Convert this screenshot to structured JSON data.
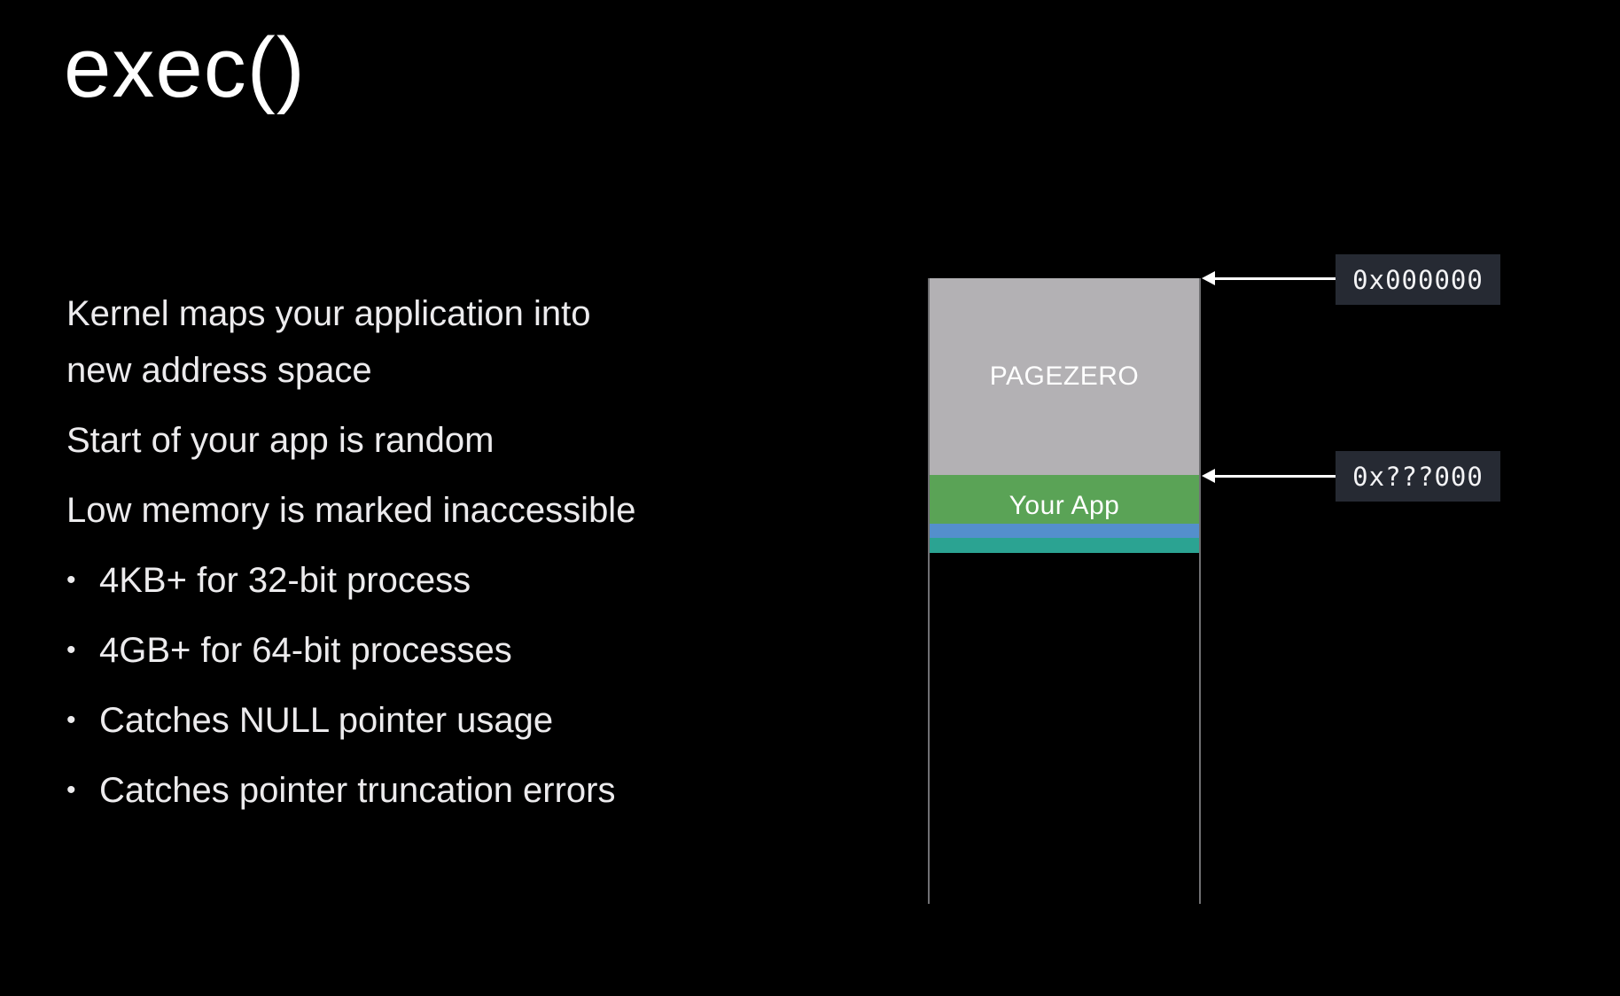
{
  "slide": {
    "title": "exec()",
    "background_color": "#000000",
    "text_color": "#ecebed"
  },
  "content": {
    "bullet_glyph": "•",
    "paragraphs": [
      "Kernel maps your application into new address space",
      "Start of your app is random",
      "Low memory is marked inaccessible"
    ],
    "bullets": [
      "4KB+ for 32-bit process",
      "4GB+ for 64-bit processes",
      "Catches NULL pointer usage",
      "Catches pointer truncation errors"
    ]
  },
  "diagram": {
    "column_border_color": "#707073",
    "segments": [
      {
        "label": "PAGEZERO",
        "color": "#b3b1b4"
      },
      {
        "label": "Your App",
        "color": "#5aa356"
      },
      {
        "label": "",
        "color": "#548fcc"
      },
      {
        "label": "",
        "color": "#2ba392"
      }
    ],
    "annotations": [
      {
        "label": "0x000000",
        "points_to": "top of PAGEZERO",
        "box_color": "#262a33"
      },
      {
        "label": "0x???000",
        "points_to": "start of Your App",
        "box_color": "#262a33"
      }
    ],
    "arrow_color": "#ffffff"
  }
}
